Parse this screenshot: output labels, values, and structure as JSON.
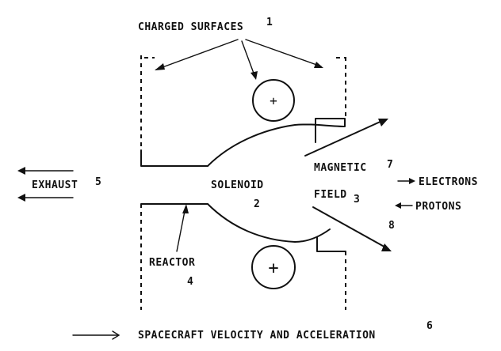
{
  "labels": {
    "charged_surfaces": "CHARGED SURFACES",
    "charged_surfaces_num": "1",
    "solenoid": "SOLENOID",
    "solenoid_num": "2",
    "magnetic": "MAGNETIC",
    "magnetic_num": "7",
    "field": "FIELD",
    "field_num": "3",
    "field_num_lower": "8",
    "electrons": "ELECTRONS",
    "protons": "PROTONS",
    "exhaust": "EXHAUST",
    "exhaust_num": "5",
    "reactor": "REACTOR",
    "reactor_num": "4",
    "velocity": "SPACECRAFT VELOCITY AND ACCELERATION",
    "velocity_num": "6"
  },
  "symbols": {
    "plus": "+"
  }
}
